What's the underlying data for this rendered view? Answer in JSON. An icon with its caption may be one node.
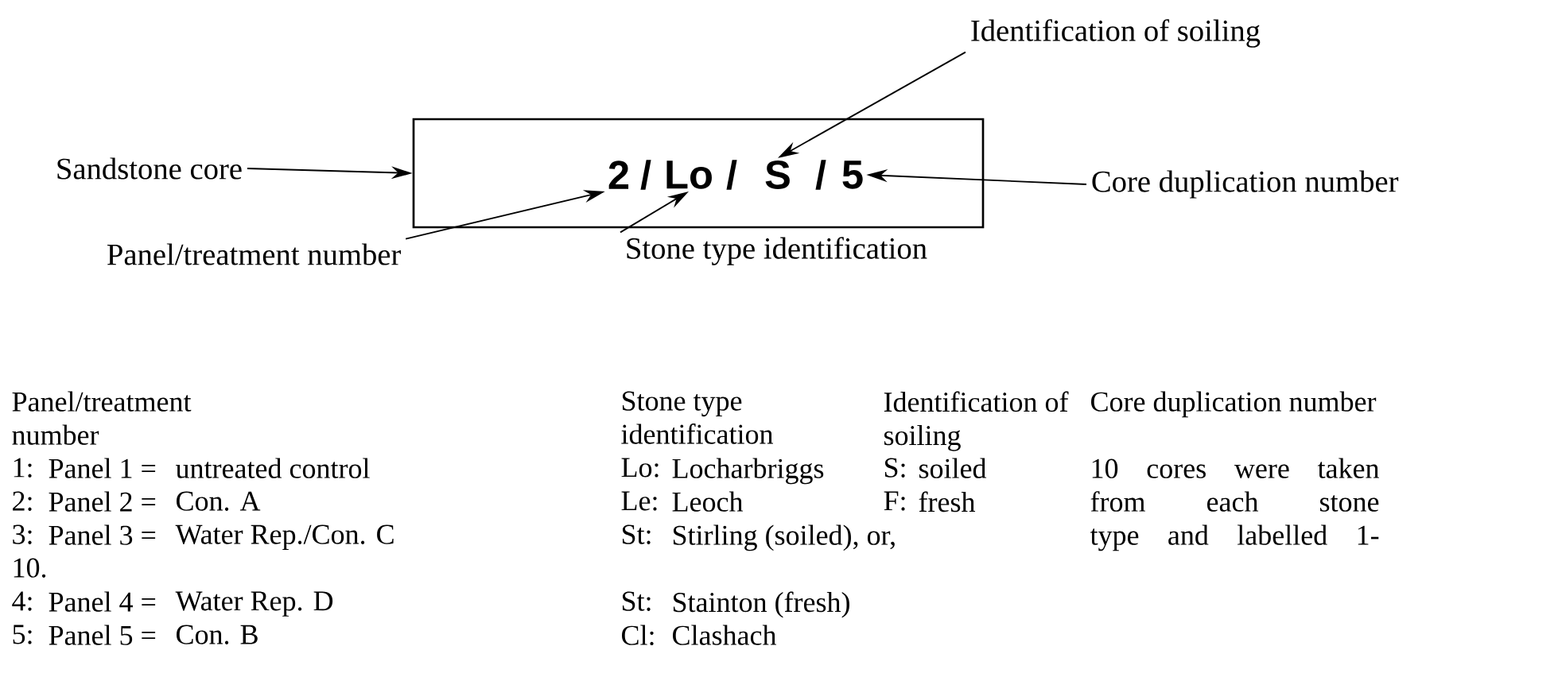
{
  "diagram": {
    "nodes": [
      {
        "text": [
          "Identification of soiling"
        ]
      },
      {
        "text": [
          "Sandstone core"
        ]
      },
      {
        "text": [],
        "shape": "box"
      },
      {
        "text": [
          "2"
        ],
        "in": 2
      },
      {
        "text": [
          "Lo"
        ],
        "in": 2
      },
      {
        "text": [
          "S"
        ],
        "in": 2
      },
      {
        "text": [
          "5"
        ],
        "in": 2
      },
      {
        "text": [
          "Core duplication number"
        ]
      },
      {
        "text": [
          "Panel/treatment number"
        ]
      },
      {
        "text": [
          "Stone type identification"
        ]
      }
    ],
    "edges": [
      {
        "from": 0,
        "to": 5,
        "arrow": "to"
      },
      {
        "from": 1,
        "to": 2,
        "arrow": "to"
      },
      {
        "from": 7,
        "to": 6,
        "arrow": "to"
      },
      {
        "from": 8,
        "to": 3,
        "arrow": "to"
      },
      {
        "from": 9,
        "to": 4,
        "arrow": "to"
      }
    ],
    "labels": [
      "/",
      "/",
      "/",
      "Panel/treatment number",
      "Stone type identification",
      "Identification of soiling",
      "Core duplication number",
      "1:",
      "Panel 1 =",
      "untreated control",
      "Lo:",
      "Locharbriggs",
      "S:",
      "soiled",
      "10 cores were taken from each stone type and labelled 1-",
      "2:",
      "Panel 2 =",
      "Con. A",
      "Le:",
      "Leoch",
      "F:",
      "fresh",
      "3:",
      "Panel 3 =",
      "Water Rep./Con. C",
      "St:",
      "Stirling (soiled), or,",
      "10.",
      "4:",
      "Panel 4 =",
      "Water Rep. D",
      "St:",
      "Stainton (fresh)",
      "5:",
      "Panel 5 =",
      "Con. B",
      "Cl:",
      "Clashach"
    ]
  }
}
